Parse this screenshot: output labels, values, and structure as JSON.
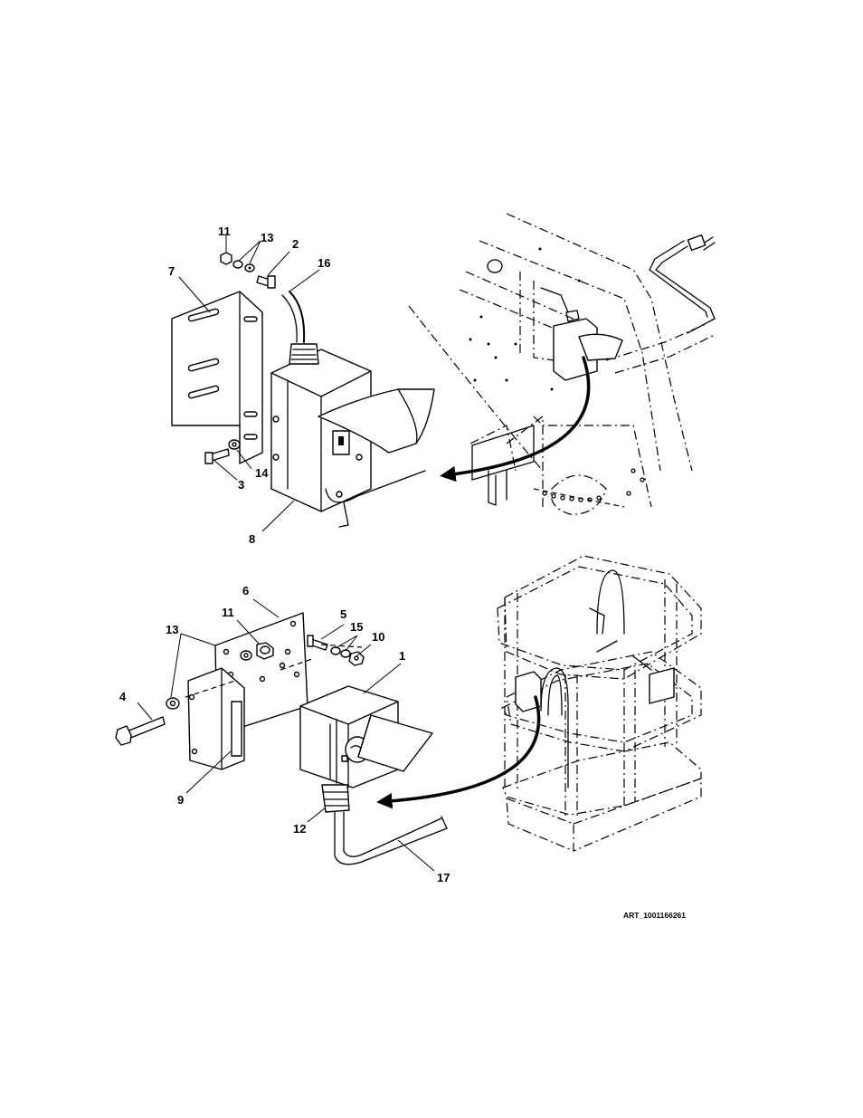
{
  "figure_id": "ART_1001166261",
  "callouts": {
    "c1": "1",
    "c2": "2",
    "c3": "3",
    "c4": "4",
    "c5": "5",
    "c6": "6",
    "c7": "7",
    "c8": "8",
    "c9": "9",
    "c10": "10",
    "c11_top": "11",
    "c11_bottom": "11",
    "c12": "12",
    "c13_top": "13",
    "c13_bottom": "13",
    "c14": "14",
    "c15": "15",
    "c16": "16",
    "c17": "17"
  },
  "colors": {
    "ink": "#000000",
    "paper": "#ffffff"
  },
  "icons": [
    "arrow-upper-view",
    "arrow-lower-view"
  ]
}
